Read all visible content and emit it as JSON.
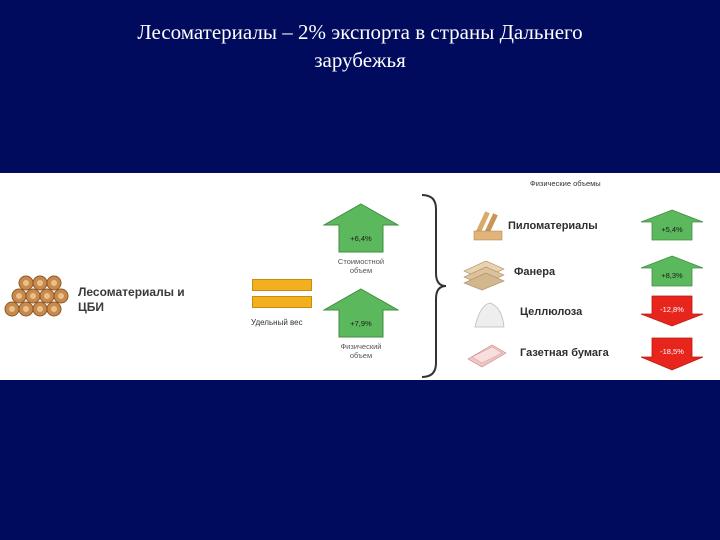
{
  "title": {
    "line1": "Лесоматериалы – 2% экспорта в страны Дальнего",
    "line2": "зарубежья"
  },
  "diagram": {
    "main_label_line1": "Лесоматериалы и",
    "main_label_line2": "ЦБИ",
    "specific_weight_label": "Удельный вес",
    "cost_arrow": {
      "value": "+6,4%",
      "caption_line1": "Стоимостной",
      "caption_line2": "объем",
      "direction": "up",
      "color": "#5cb85c"
    },
    "volume_arrow": {
      "value": "+7,9%",
      "caption_line1": "Физический",
      "caption_line2": "объем",
      "direction": "up",
      "color": "#5cb85c"
    },
    "physical_volumes_title": "Физические объемы",
    "products": [
      {
        "name": "Пиломатериалы",
        "change": "+5,4%",
        "direction": "up",
        "color": "#5cb85c",
        "icon": "lumber-icon"
      },
      {
        "name": "Фанера",
        "change": "+8,3%",
        "direction": "up",
        "color": "#5cb85c",
        "icon": "plywood-icon"
      },
      {
        "name": "Целлюлоза",
        "change": "-12,8%",
        "direction": "down",
        "color": "#e8251c",
        "icon": "pulp-icon"
      },
      {
        "name": "Газетная бумага",
        "change": "-18,5%",
        "direction": "down",
        "color": "#e8251c",
        "icon": "newsprint-icon"
      }
    ],
    "equals_color": "#f2b01e"
  }
}
